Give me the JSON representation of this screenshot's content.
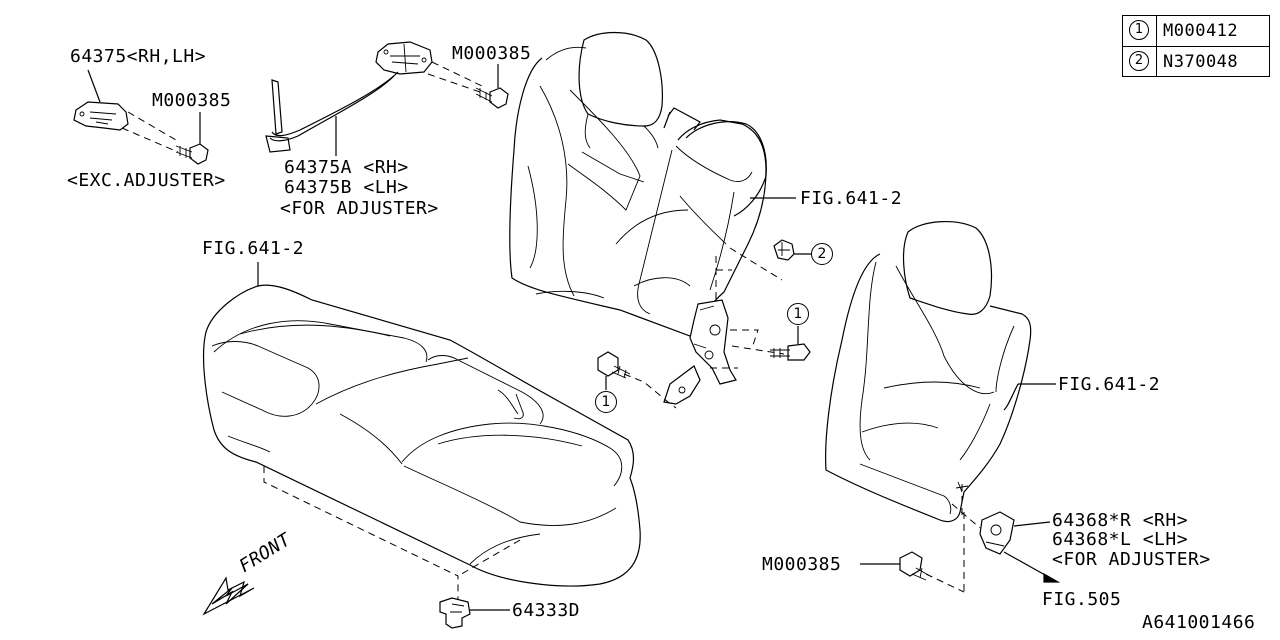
{
  "legend": [
    {
      "num": "1",
      "code": "M000412"
    },
    {
      "num": "2",
      "code": "N370048"
    }
  ],
  "labels": {
    "hook_part": "64375<RH,LH>",
    "bolt_left": "M000385",
    "exc_adjuster": "<EXC.ADJUSTER>",
    "bolt_top": "M000385",
    "adjuster_rh": "64375A <RH>",
    "adjuster_lh": "64375B <LH>",
    "for_adjuster_top": "<FOR ADJUSTER>",
    "fig_cushion": "FIG.641-2",
    "fig_back_center": "FIG.641-2",
    "fig_back_right": "FIG.641-2",
    "hinge_rh": "64368*R <RH>",
    "hinge_lh": "64368*L <LH>",
    "for_adjuster_bottom": "<FOR ADJUSTER>",
    "bolt_bottom": "M000385",
    "fig_505": "FIG.505",
    "clip_part": "64333D",
    "front": "FRONT",
    "diagram_id": "A641001466"
  },
  "callouts": {
    "nut_2": "2",
    "bolt_1_right": "1",
    "bolt_1_left": "1"
  }
}
